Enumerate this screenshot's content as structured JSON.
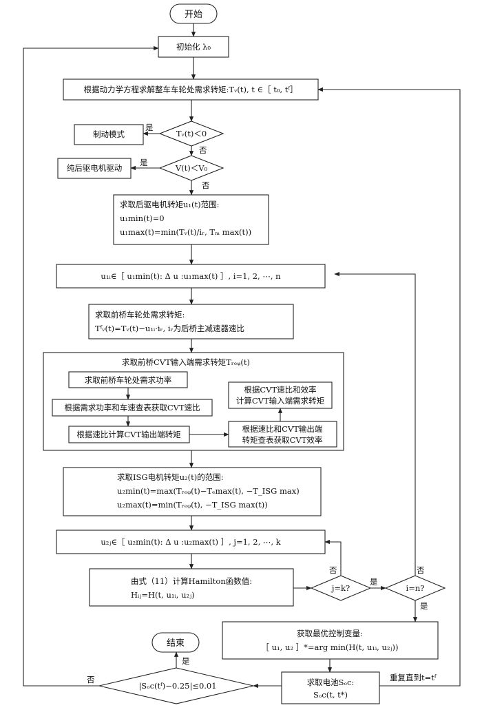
{
  "nodes": {
    "start": "开始",
    "init": "初始化 λ₀",
    "wheel_torque": "根据动力学方程求解整车车轮处需求转矩:Tᵥ(t), t ∈［ t₀, tᶠ］",
    "dec_brake": "Tᵥ(t)＜0",
    "brake_mode": "制动模式",
    "dec_speed": "V(t)＜V₀",
    "rear_only": "纯后驱电机驱动",
    "u1_range": [
      "求取后驱电机转矩u₁(t)范围:",
      "u₁min(t)=0",
      "u₁max(t)=min(Tᵥ(t)/iᵣ, Tₘ max(t))"
    ],
    "u1i": "u₁ᵢ∈［ u₁min(t): Δ u :u₁max(t) ］, i=1, 2, ⋯, n",
    "front_wheel": [
      "求取前桥车轮处需求转矩:",
      "Tᶠᵥ(t)=Tᵥ(t)−u₁ᵢ·iᵣ, iᵣ为后桥主减速器速比"
    ],
    "cvt_group_title": "求取前桥CVT输入端需求转矩Tᵣₑᵩ(t)",
    "cvt_power": "求取前桥车轮处需求功率",
    "cvt_ratio": "根据需求功率和车速查表获取CVT速比",
    "cvt_out_torque": "根据速比计算CVT输出端转矩",
    "cvt_eff": [
      "根据速比和CVT输出端",
      "转矩查表获取CVT效率"
    ],
    "cvt_in_torque": [
      "根据CVT速比和效率",
      "计算CVT输入端需求转矩"
    ],
    "u2_range": [
      "求取ISG电机转矩u₂(t)的范围:",
      "u₂min(t)=max(Tᵣₑᵩ(t)−Tₑmax(t), −T_ISG max)",
      "u₂max(t)=min(Tᵣₑᵩ(t), −T_ISG max(t))"
    ],
    "u2j": "u₂ⱼ∈［ u₂min(t): Δ u :u₂max(t) ］, j=1, 2, ⋯, k",
    "hamilton": [
      "由式（11）计算Hamilton函数值:",
      "Hᵢⱼ=H(t, u₁ᵢ, u₂ⱼ)"
    ],
    "dec_jk": "j=k?",
    "dec_in": "i=n?",
    "optimal": [
      "获取最优控制变量:",
      "［ u₁, u₂ ］*=arg min(H(t, u₁ᵢ, u₂ⱼ))"
    ],
    "end": "结束",
    "dec_soc": "|Sₒc(tᶠ)−0.25|≤0.01",
    "battery": [
      "求取电池Sₒc:",
      "Sₒc(t, t*)"
    ]
  },
  "edges": {
    "yes": "是",
    "no": "否",
    "repeat": "重复直到t=tᶠ"
  }
}
